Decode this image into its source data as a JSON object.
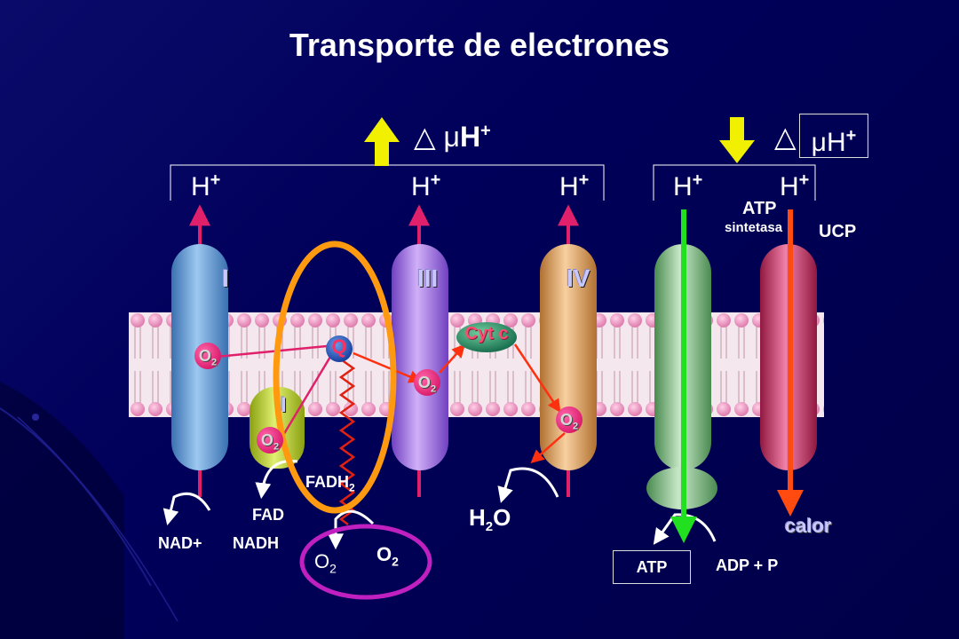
{
  "title": "Transporte de electrones",
  "gradient_left": {
    "symbol": "△",
    "mu": "μ",
    "h": "H",
    "plus": "+"
  },
  "gradient_right": {
    "symbol": "△",
    "mu": "μ",
    "h": "H",
    "plus": "+"
  },
  "protons": [
    {
      "h": "H",
      "plus": "+"
    },
    {
      "h": "H",
      "plus": "+"
    },
    {
      "h": "H",
      "plus": "+"
    },
    {
      "h": "H",
      "plus": "+"
    },
    {
      "h": "H",
      "plus": "+"
    }
  ],
  "complexes": {
    "c1": "I",
    "c2": "I",
    "c3": "III",
    "c4": "IV"
  },
  "cyt_c": "Cyt c",
  "q": "Q",
  "o2_badges": {
    "o": "O",
    "sub": "2"
  },
  "atp_synthase": {
    "line1": "ATP",
    "line2": "sintetasa"
  },
  "ucp": "UCP",
  "nad_plus": "NAD+",
  "nadh": "NADH",
  "fad": "FAD",
  "fadh": "FADH",
  "fadh_sub": "2",
  "h2o": {
    "h": "H",
    "sub": "2",
    "o": "O"
  },
  "o2_free": {
    "o": "O",
    "sub": "2"
  },
  "o2_bold": {
    "o": "O",
    "sub": "2"
  },
  "atp": "ATP",
  "adp": "ADP + P",
  "calor": "calor",
  "colors": {
    "background": "#00005a",
    "membrane": "#f0d8e0",
    "complex_I": "#6fa8e0",
    "complex_II": "#c8e040",
    "complex_III": "#b080e8",
    "complex_IV": "#e8b078",
    "atp_synthase": "#90c890",
    "ucp": "#d04870",
    "orange_ring": "#ff9a10",
    "purple_ring": "#c020c0",
    "green_arrow": "#20e020",
    "red_arrow": "#ff4010",
    "yellow_arrow": "#f0f000"
  }
}
